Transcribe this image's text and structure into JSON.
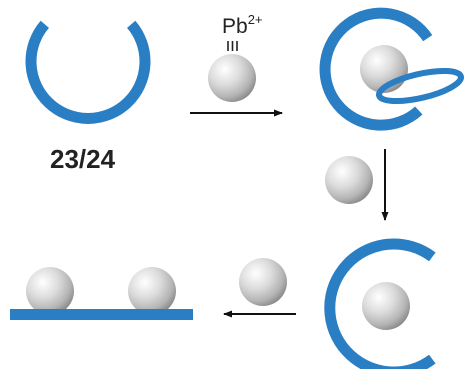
{
  "diagram": {
    "compound_label": "23/24",
    "ion": {
      "symbol": "Pb",
      "charge": "2+",
      "marker": "III"
    }
  },
  "colors": {
    "macrocycle": "#2a7fc4",
    "arrow": "#111111",
    "sphere_highlight": "#ffffff",
    "sphere_mid": "#d9d9d9",
    "sphere_shadow": "#8a8a8a"
  }
}
